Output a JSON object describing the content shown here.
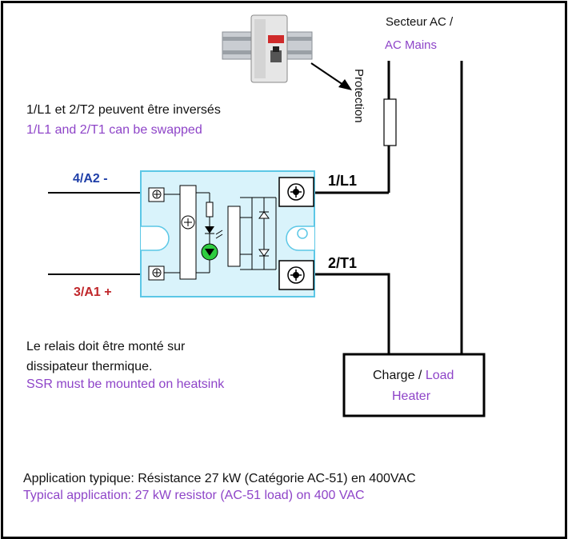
{
  "colors": {
    "purple": "#8e44c8",
    "blue_label": "#1f3fa8",
    "red_label": "#c0262a",
    "ssr_border": "#5bc7e6",
    "ssr_fill": "#d9f3fb",
    "led_green": "#2ecc40"
  },
  "mains": {
    "line1": "Secteur AC /",
    "line2": "AC Mains"
  },
  "protection_label": "Protection",
  "swap_note": {
    "fr": "1/L1 et 2/T2 peuvent être inversés",
    "en": "1/L1 and 2/T1 can be swapped"
  },
  "terminals": {
    "a2": "4/A2 -",
    "a1": "3/A1 +",
    "l1": "1/L1",
    "t1": "2/T1"
  },
  "heatsink_note": {
    "fr_line1": "Le relais doit être monté sur",
    "fr_line2": "dissipateur thermique.",
    "en": "SSR must be mounted on heatsink"
  },
  "load": {
    "charge": "Charge /",
    "load": "Load",
    "heater": "Heater"
  },
  "application": {
    "fr": "Application typique: Résistance 27 kW (Catégorie AC-51) en 400VAC",
    "en": "Typical application: 27 kW resistor (AC-51 load) on 400 VAC"
  },
  "icons": {
    "breaker": "circuit-breaker-icon",
    "fuse": "fuse-icon",
    "ssr": "solid-state-relay-icon"
  }
}
